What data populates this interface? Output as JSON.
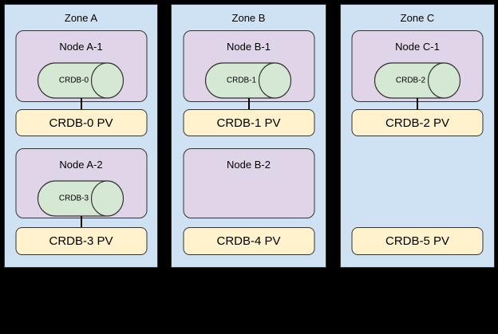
{
  "colors": {
    "background": "#000000",
    "zone_fill": "#cfe2f3",
    "node_fill": "#e0d5e8",
    "pod_fill": "#d5e8d4",
    "pv_fill": "#fff2cc",
    "stroke": "#333333",
    "connector": "#000000",
    "text": "#000000"
  },
  "zones": [
    {
      "label": "Zone A",
      "nodes": [
        {
          "label": "Node A-1",
          "pod": "CRDB-0"
        },
        {
          "label": "Node A-2",
          "pod": "CRDB-3"
        }
      ],
      "pvs": [
        "CRDB-0 PV",
        "CRDB-3 PV"
      ]
    },
    {
      "label": "Zone B",
      "nodes": [
        {
          "label": "Node B-1",
          "pod": "CRDB-1"
        },
        {
          "label": "Node B-2"
        }
      ],
      "pvs": [
        "CRDB-1 PV",
        "CRDB-4 PV"
      ]
    },
    {
      "label": "Zone C",
      "nodes": [
        {
          "label": "Node C-1",
          "pod": "CRDB-2"
        }
      ],
      "pvs": [
        "CRDB-2 PV",
        "CRDB-5 PV"
      ]
    }
  ]
}
